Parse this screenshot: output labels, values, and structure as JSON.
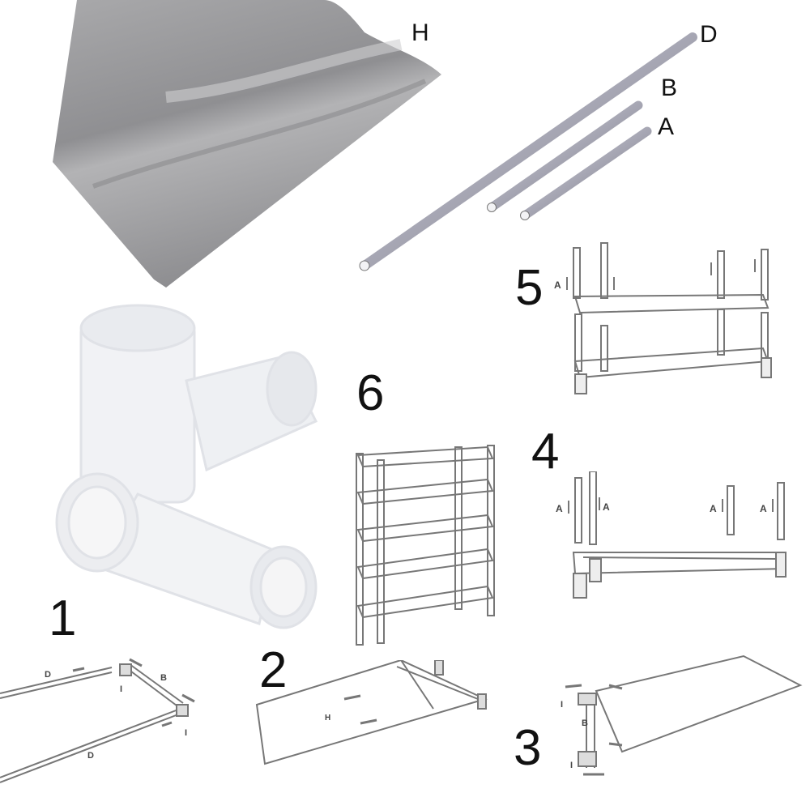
{
  "parts": {
    "sheet_label": "H",
    "long_tube_label": "D",
    "medium_tube_label": "B",
    "short_tube_label": "A"
  },
  "steps": {
    "s1": "1",
    "s2": "2",
    "s3": "3",
    "s4": "4",
    "s5": "5",
    "s6": "6"
  },
  "step_labels": {
    "s1_d_top": "D",
    "s1_b": "B",
    "s1_i_left": "I",
    "s1_i_right": "I",
    "s1_d_bottom": "D",
    "s2_h": "H",
    "s3_i_top": "I",
    "s3_b": "B",
    "s3_i_bottom": "I",
    "s4_a1": "A",
    "s4_a2": "A",
    "s4_a3": "A",
    "s4_a4": "A",
    "s5_a": "A"
  },
  "colors": {
    "sheet": "#9a9a9a",
    "tube": "#b8b8c4",
    "connector": "#eceef2",
    "line_drawing": "#777777"
  }
}
